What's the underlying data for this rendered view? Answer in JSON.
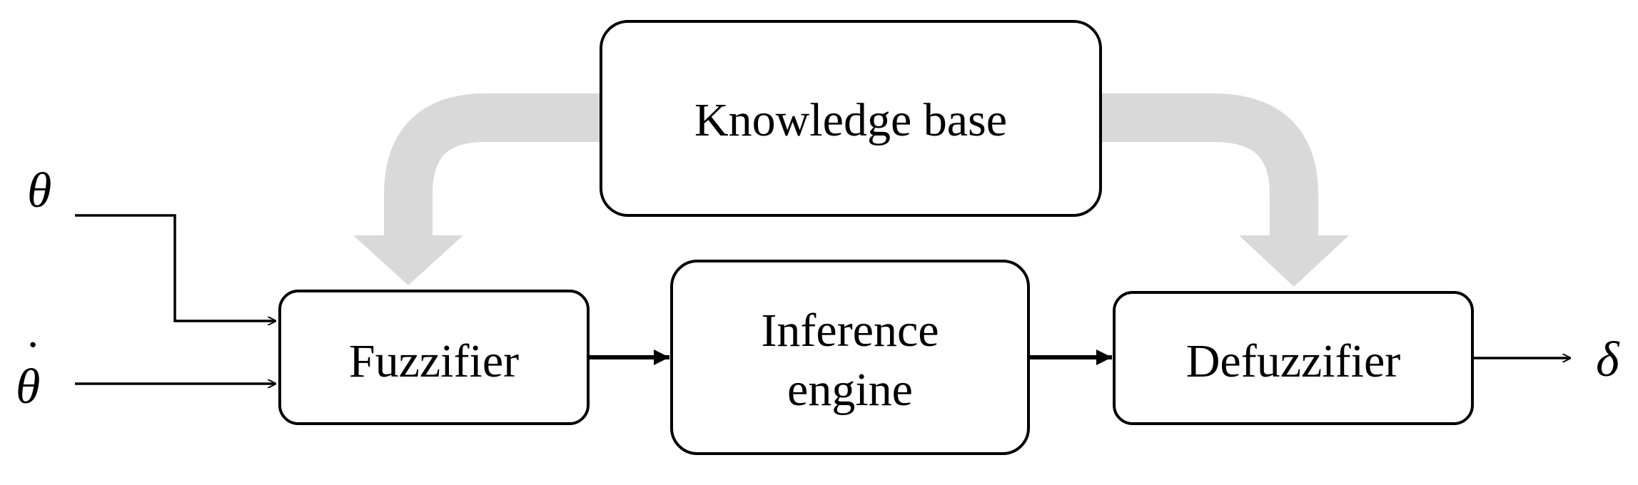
{
  "diagram": {
    "blocks": {
      "knowledge_base": "Knowledge base",
      "fuzzifier": "Fuzzifier",
      "inference_engine_line1": "Inference",
      "inference_engine_line2": "engine",
      "defuzzifier": "Defuzzifier"
    },
    "inputs": {
      "theta": "θ",
      "theta_dot": "θ",
      "theta_dot_mark": "˙"
    },
    "output": {
      "delta": "δ"
    },
    "colors": {
      "stroke": "#000000",
      "feedback_arrow": "#d9d9d9",
      "background": "#ffffff"
    }
  }
}
